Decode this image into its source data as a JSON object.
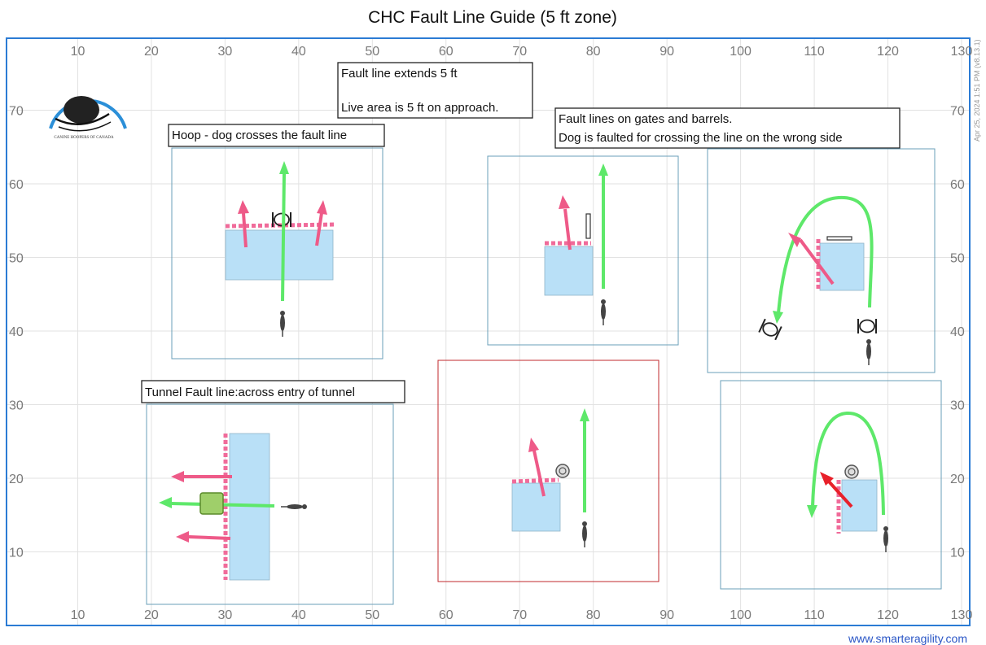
{
  "title": "CHC Fault Line Guide (5 ft zone)",
  "version_stamp": "Apr 25, 2024 1:51 PM  (v8.13.1)",
  "footer_link": "www.smarteragility.com",
  "logo": {
    "text": "CANINE HOOPERS OF CANADA"
  },
  "axes": {
    "x_ticks": [
      10,
      20,
      30,
      40,
      50,
      60,
      70,
      80,
      90,
      100,
      110,
      120,
      130
    ],
    "y_ticks": [
      10,
      20,
      30,
      40,
      50,
      60,
      70
    ],
    "x_range": [
      0,
      130
    ],
    "y_range": [
      0,
      80
    ],
    "grid": true
  },
  "notes": {
    "fault_extends": "Fault line extends 5 ft",
    "live_area": "Live area is 5 ft on approach.",
    "hoop": "Hoop -  dog crosses the fault line",
    "gates_line1": "Fault lines on gates and barrels.",
    "gates_line2": "Dog is faulted for crossing the line on the wrong side",
    "tunnel": "Tunnel Fault  line:across entry of tunnel"
  },
  "colors": {
    "zone": "#b9e0f7",
    "fault": "#f06b9a",
    "fault_arrow": "#ee5a88",
    "path": "#5ee86a",
    "wrong": "#e8202a",
    "frame": "#2b7bd4",
    "panel": "#6a9fb8",
    "panel_alt": "#c0282e",
    "dog": "#444444"
  }
}
